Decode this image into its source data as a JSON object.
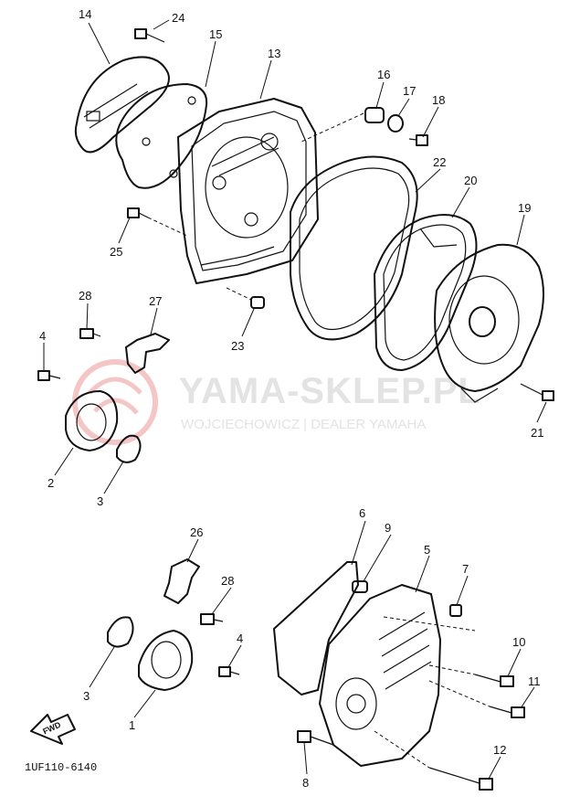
{
  "watermark": {
    "brand": "YAMA-SKLEP.PL",
    "dealer": "WOJCIECHOWICZ | DEALER YAMAHA"
  },
  "diagram_code": "1UF110-6140",
  "direction_label": "FWD",
  "callouts": {
    "c1": "1",
    "c2": "2",
    "c3a": "3",
    "c3b": "3",
    "c4a": "4",
    "c4b": "4",
    "c5": "5",
    "c6": "6",
    "c7": "7",
    "c8": "8",
    "c9": "9",
    "c10": "10",
    "c11": "11",
    "c12": "12",
    "c13": "13",
    "c14": "14",
    "c15": "15",
    "c16": "16",
    "c17": "17",
    "c18": "18",
    "c19": "19",
    "c20": "20",
    "c21": "21",
    "c22": "22",
    "c23": "23",
    "c24": "24",
    "c25": "25",
    "c26": "26",
    "c27": "27",
    "c28a": "28",
    "c28b": "28"
  }
}
